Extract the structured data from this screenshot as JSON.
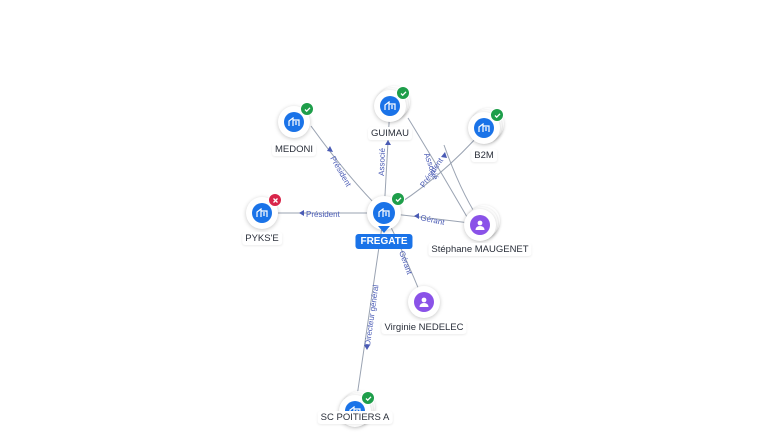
{
  "center": {
    "name": "FREGATE",
    "icon": "building-icon",
    "status": "active"
  },
  "nodes": [
    {
      "id": "medoni",
      "name": "MEDONI",
      "type": "company",
      "status": "active"
    },
    {
      "id": "guimau",
      "name": "GUIMAU",
      "type": "company",
      "status": "active"
    },
    {
      "id": "b2m",
      "name": "B2M",
      "type": "company",
      "status": "active"
    },
    {
      "id": "pykse",
      "name": "PYKS'E",
      "type": "company",
      "status": "closed"
    },
    {
      "id": "maugenet",
      "name": "Stéphane MAUGENET",
      "type": "person"
    },
    {
      "id": "nedelec",
      "name": "Virginie NEDELEC",
      "type": "person"
    },
    {
      "id": "poitiers",
      "name": "SC POITIERS A",
      "type": "company",
      "status": "active"
    }
  ],
  "relations": [
    {
      "id": "medoni",
      "label": "Président"
    },
    {
      "id": "guimau",
      "label": "Associé"
    },
    {
      "id": "b2m_assoc",
      "label": "Associé"
    },
    {
      "id": "b2m_pres",
      "label": "Président"
    },
    {
      "id": "pykse",
      "label": "Président"
    },
    {
      "id": "maugenet",
      "label": "Gérant"
    },
    {
      "id": "nedelec",
      "label": "Gérant"
    },
    {
      "id": "poitiers",
      "label": "Directeur général"
    }
  ],
  "colors": {
    "company": "#1a73e8",
    "person": "#8a52e8",
    "active": "#1e9e4a",
    "closed": "#d8254a",
    "edge": "#9aa3b2",
    "edge_label": "#4a5bb5"
  }
}
